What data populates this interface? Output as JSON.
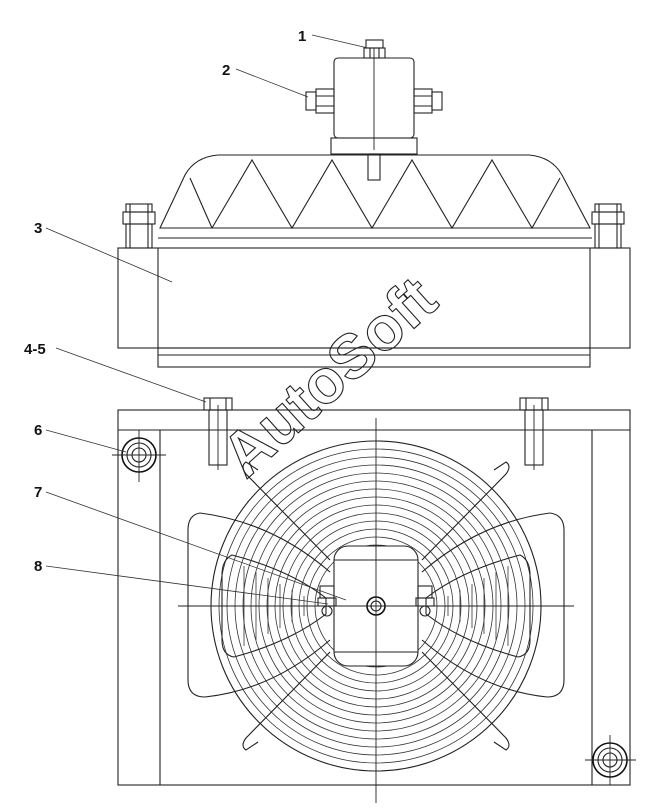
{
  "callouts": {
    "c1": "1",
    "c2": "2",
    "c3": "3",
    "c4_5": "4-5",
    "c6": "6",
    "c7": "7",
    "c8": "8"
  },
  "watermark": "AutoSoft",
  "colors": {
    "ink": "#222222",
    "background": "#ffffff"
  }
}
